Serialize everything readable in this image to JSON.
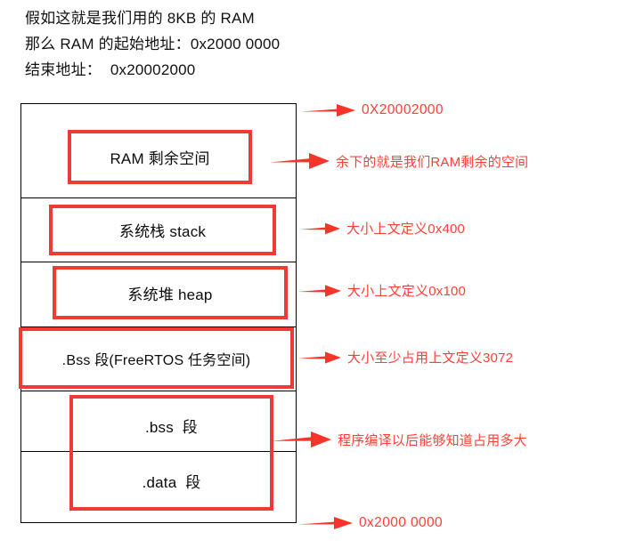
{
  "header": {
    "lines": [
      "假如这就是我们用的 8KB 的 RAM",
      "那么 RAM 的起始地址：0x2000 0000",
      "结束地址：  0x20002000"
    ]
  },
  "colors": {
    "box_red": "#f03a35",
    "text_red": "#ff4036",
    "table_border": "#000000",
    "background": "#ffffff"
  },
  "memory_map": {
    "rows": [
      {
        "name": "ram-free-space",
        "label": "RAM 剩余空间",
        "boxed": true
      },
      {
        "name": "system-stack",
        "label": "系统栈 stack",
        "boxed": true
      },
      {
        "name": "system-heap",
        "label": "系统堆 heap",
        "boxed": true
      },
      {
        "name": "bss-freertos",
        "label": ".Bss 段(FreeRTOS 任务空间)",
        "boxed": true
      },
      {
        "name": "bss-section",
        "label": ".bss  段",
        "boxed": true
      },
      {
        "name": "data-section",
        "label": ".data  段",
        "boxed": true
      }
    ]
  },
  "annotations": [
    {
      "name": "top-address",
      "text": "0X20002000"
    },
    {
      "name": "ram-free-note",
      "text": "余下的就是我们RAM剩余的空间"
    },
    {
      "name": "stack-size-note",
      "text": "大小上文定义0x400"
    },
    {
      "name": "heap-size-note",
      "text": "大小上文定义0x100"
    },
    {
      "name": "freertos-size-note",
      "text": "大小至少占用上文定义3072"
    },
    {
      "name": "compile-size-note",
      "text": "程序编译以后能够知道占用多大"
    },
    {
      "name": "base-address",
      "text": "0x2000 0000"
    }
  ]
}
